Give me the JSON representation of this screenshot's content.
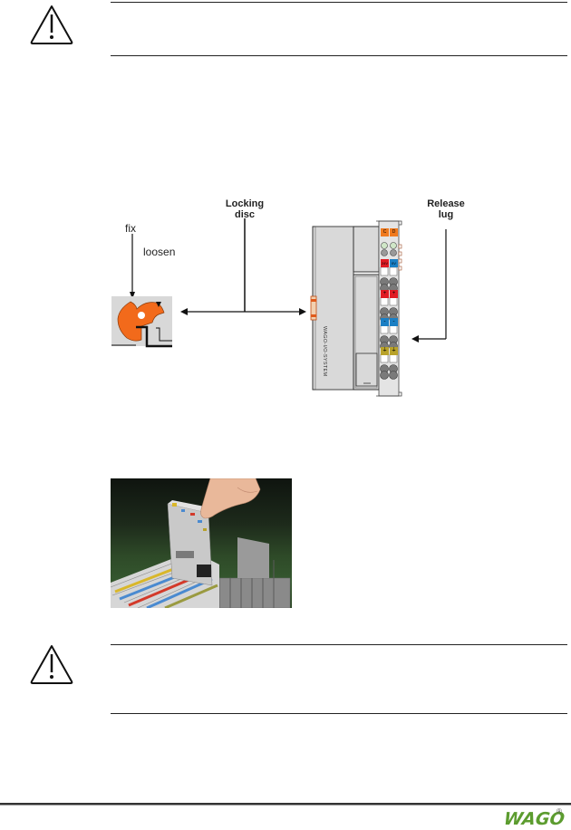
{
  "warnings": [
    {
      "icon": "warning-triangle-icon",
      "text": ""
    },
    {
      "icon": "warning-triangle-icon",
      "text": ""
    }
  ],
  "diagram": {
    "labels": {
      "locking_disc_line1": "Locking",
      "locking_disc_line2": "disc",
      "release_lug_line1": "Release",
      "release_lug_line2": "lug",
      "fix": "fix",
      "loosen": "loosen"
    },
    "module_brand_text": "WAGO-I/O-SYSTEM",
    "terminal_markers": [
      {
        "left": "C",
        "right": "D",
        "color": "#f07a1e"
      },
      {
        "left": "24V",
        "right": "0V",
        "color": "#e01b24"
      },
      {
        "left": "+",
        "right": "+",
        "color": "#e01b24"
      },
      {
        "left": "-",
        "right": "-",
        "color": "#1b7fc4"
      },
      {
        "left": "⏚",
        "right": "⏚",
        "color": "#b8a22a"
      }
    ],
    "colors": {
      "locking_disc": "#f26a1b",
      "module_body": "#d9d9d9",
      "module_outline": "#333333"
    }
  },
  "photo": {
    "description": "Hand pressing release lug on I/O module in terminal block assembly"
  },
  "footer": {
    "logo_text": "WAGO",
    "logo_mark": "®",
    "logo_color": "#5c9c2f"
  }
}
